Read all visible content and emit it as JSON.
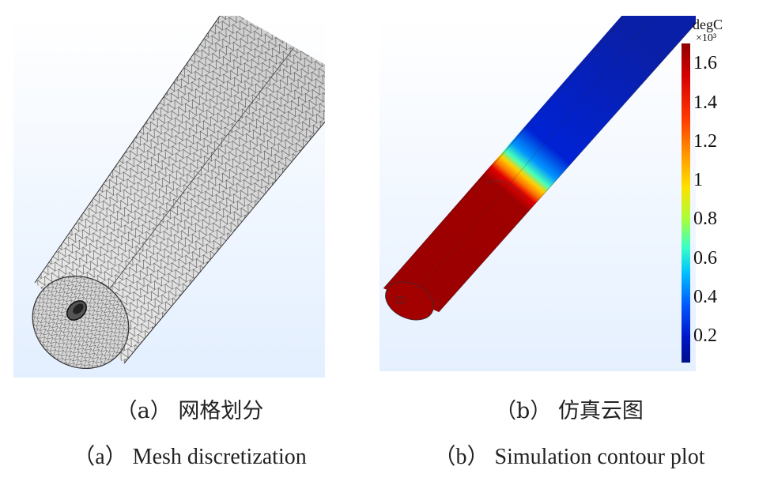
{
  "captions": {
    "left_zh": "（a） 网格划分",
    "left_en": "（a） Mesh discretization",
    "right_zh": "（b） 仿真云图",
    "right_en": "（b） Simulation contour plot"
  },
  "colorbar": {
    "unit": "degC",
    "exponent": "×10³",
    "ticks": [
      "1.6",
      "1.4",
      "1.2",
      "1",
      "0.8",
      "0.6",
      "0.4",
      "0.2"
    ],
    "colors": {
      "hot": "#9b0000",
      "cold": "#0a1fa8",
      "transition": [
        "#ffd000",
        "#47ffb9",
        "#0096ff"
      ]
    }
  }
}
